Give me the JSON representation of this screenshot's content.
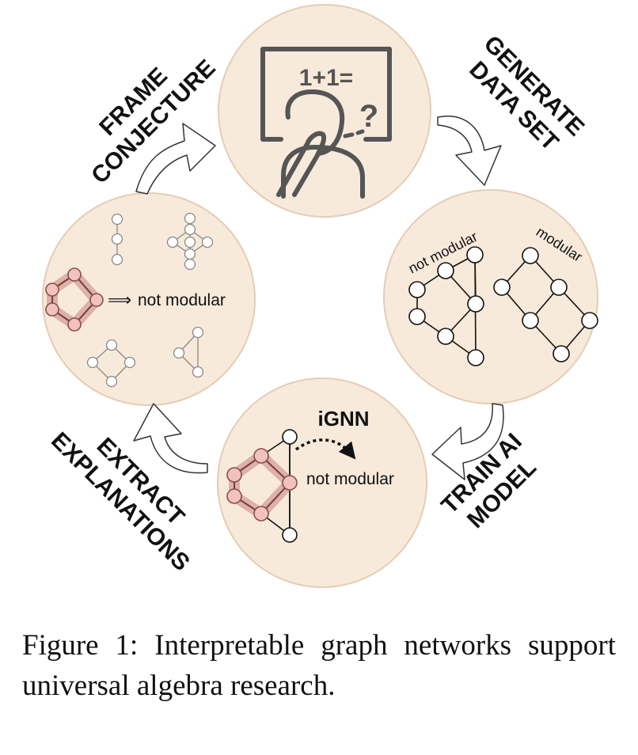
{
  "steps": {
    "frame": [
      "FRAME",
      "CONJECTURE"
    ],
    "generate": [
      "GENERATE",
      "DATA SET"
    ],
    "train": [
      "TRAIN AI",
      "MODEL"
    ],
    "extract": [
      "EXTRACT",
      "EXPLANATIONS"
    ]
  },
  "board_text": "1+1=",
  "thought_mark": "?",
  "dataset": {
    "label_left": "not modular",
    "label_right": "modular"
  },
  "model": {
    "name": "iGNN",
    "output": "not modular"
  },
  "explanation": {
    "arrow": "⟹",
    "result": "not modular"
  },
  "caption": "Figure 1:  Interpretable graph networks support universal algebra research.",
  "colors": {
    "circle_fill": "#f8eadb",
    "circle_stroke": "#e4cdb4",
    "highlight": "#c98a86",
    "highlight_node": "#f1c2bf",
    "icon": "#555555"
  }
}
